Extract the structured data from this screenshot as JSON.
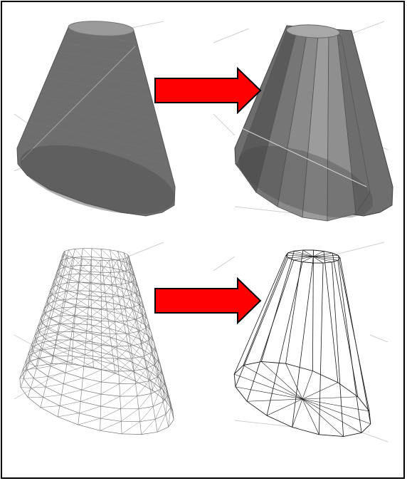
{
  "figure": {
    "panels": [
      {
        "name": "dense-shaded-cone",
        "mesh": "dense",
        "render": "shaded"
      },
      {
        "name": "simplified-shaded-cone",
        "mesh": "simplified",
        "render": "shaded"
      },
      {
        "name": "dense-wireframe-cone",
        "mesh": "dense",
        "render": "wireframe"
      },
      {
        "name": "simplified-wireframe-cone",
        "mesh": "simplified",
        "render": "wireframe"
      }
    ],
    "arrows": [
      {
        "name": "top-transform-arrow",
        "direction": "right"
      },
      {
        "name": "bottom-transform-arrow",
        "direction": "right"
      }
    ],
    "colors": {
      "frame": "#000000",
      "background": "#ffffff",
      "arrow_fill": "#ff0000",
      "arrow_stroke": "#000000",
      "shaded_base": "#6e6e6e",
      "shaded_dark": "#4e4e4e",
      "shaded_light": "#9a9a9a",
      "wire": "#7a7a7a",
      "wire_dark": "#1a1a1a",
      "guide": "#cfcfcf"
    }
  }
}
